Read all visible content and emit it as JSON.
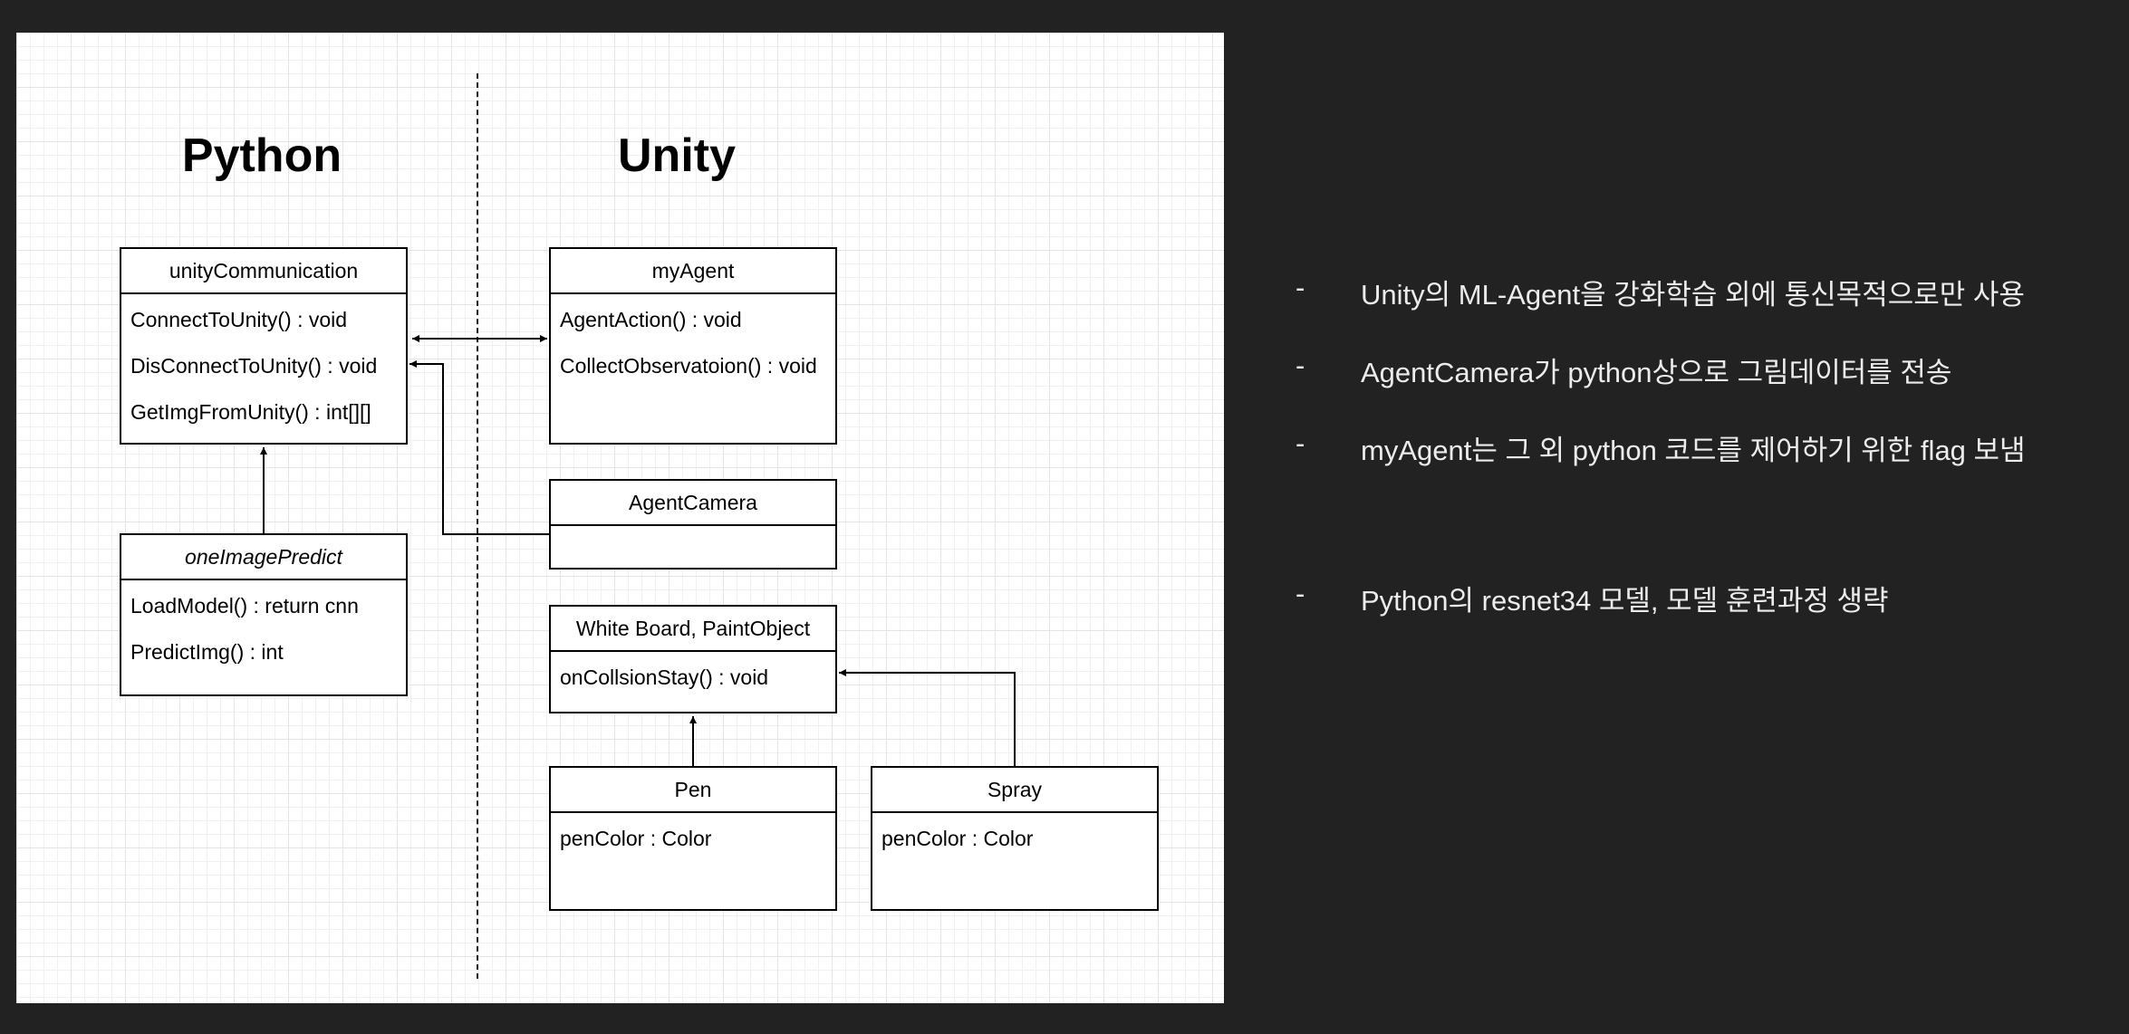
{
  "diagram": {
    "headings": {
      "python": "Python",
      "unity": "Unity"
    },
    "classes": {
      "unity_communication": {
        "name": "unityCommunication",
        "members": [
          "ConnectToUnity() : void",
          "DisConnectToUnity() : void",
          "GetImgFromUnity() : int[][]"
        ]
      },
      "one_image_predict": {
        "name": "oneImagePredict",
        "members": [
          "LoadModel() : return cnn",
          "PredictImg() : int"
        ]
      },
      "my_agent": {
        "name": "myAgent",
        "members": [
          "AgentAction() : void",
          "CollectObservatoion() : void"
        ]
      },
      "agent_camera": {
        "name": "AgentCamera",
        "members": []
      },
      "white_board": {
        "name": "White Board, PaintObject",
        "members": [
          "onCollsionStay() : void"
        ]
      },
      "pen": {
        "name": "Pen",
        "members": [
          "penColor : Color"
        ]
      },
      "spray": {
        "name": "Spray",
        "members": [
          "penColor : Color"
        ]
      }
    }
  },
  "notes": [
    {
      "dash": "-",
      "text": "Unity의 ML-Agent을 강화학습 외에 통신목적으로만 사용"
    },
    {
      "dash": "-",
      "text": "AgentCamera가 python상으로 그림데이터를 전송"
    },
    {
      "dash": "-",
      "text": "myAgent는 그 외 python 코드를 제어하기 위한 flag 보냄"
    },
    {
      "dash": "-",
      "text": "Python의 resnet34 모델, 모델 훈련과정 생략"
    }
  ],
  "colors": {
    "background": "#222222",
    "panel": "#ffffff",
    "note_text": "#ececec",
    "line": "#000000"
  }
}
